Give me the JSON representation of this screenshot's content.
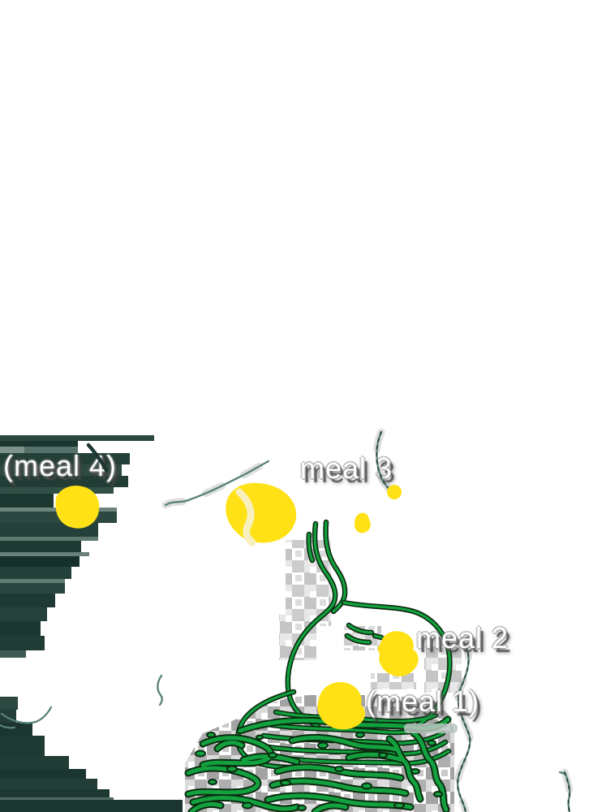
{
  "labels": {
    "meal4": "(meal 4)",
    "meal3": "meal 3",
    "meal2": "meal 2",
    "meal1": "(meal 1)"
  },
  "colors": {
    "tube_green": "#12a13e",
    "tube_dark": "#0c2a10",
    "meal_yellow": "#FFE115",
    "meal_pale_highlight": "#f7f0bc",
    "band_dark": "#1d3832",
    "band_mid": "#3d5a54",
    "band_light": "#6c847b",
    "squiggle_teal": "#57817a",
    "label_text": "#ffffff",
    "label_shadow": "#484848",
    "mosaic_gray": "#9b9b9b",
    "background": "#ffffff"
  }
}
